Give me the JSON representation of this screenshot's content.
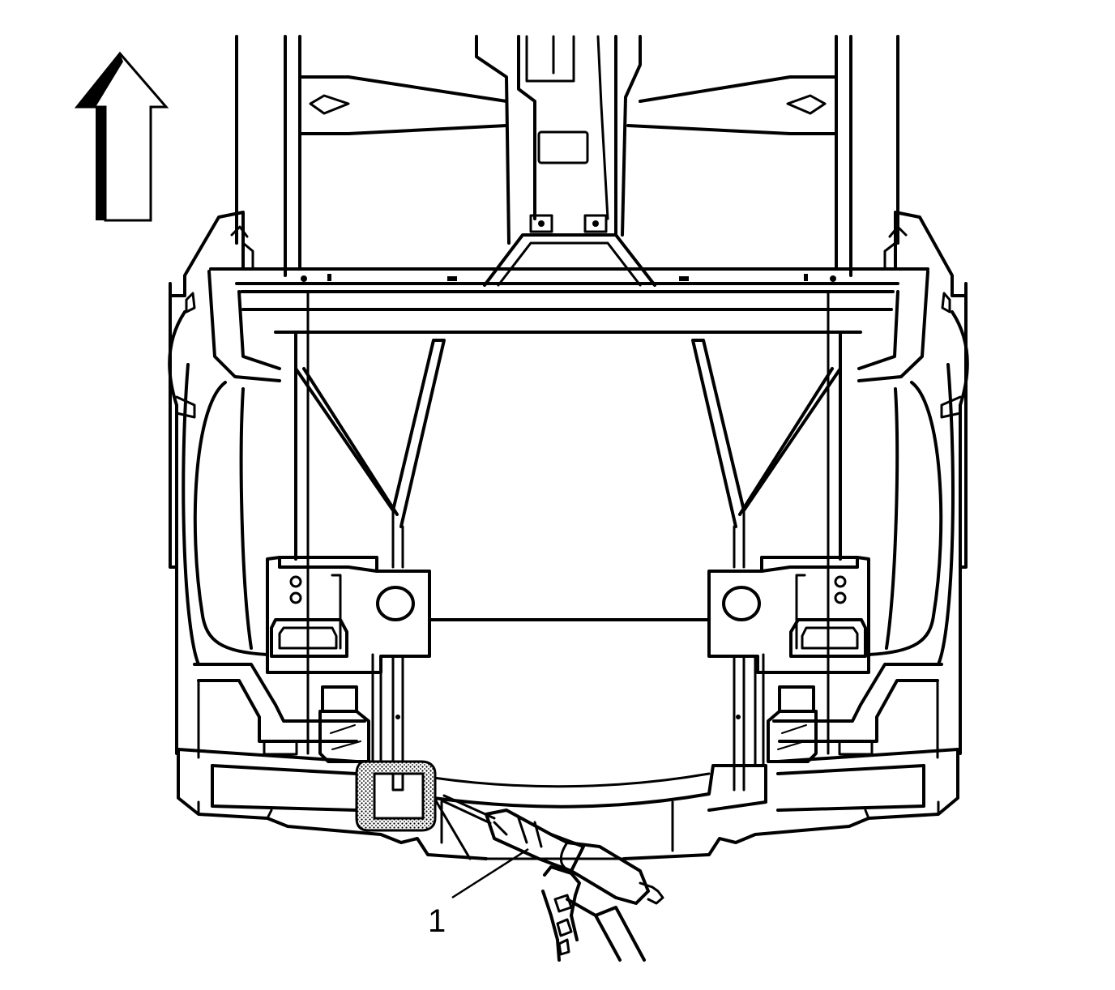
{
  "diagram": {
    "view": "underbody-front-frame",
    "direction_indicator": "arrow-up",
    "callouts": [
      {
        "id": "1",
        "label": "1",
        "target": "sealant-gun-nozzle"
      }
    ],
    "highlight": {
      "color": "#888888",
      "pattern": "stipple"
    },
    "line_color": "#000000",
    "background": "#ffffff"
  }
}
